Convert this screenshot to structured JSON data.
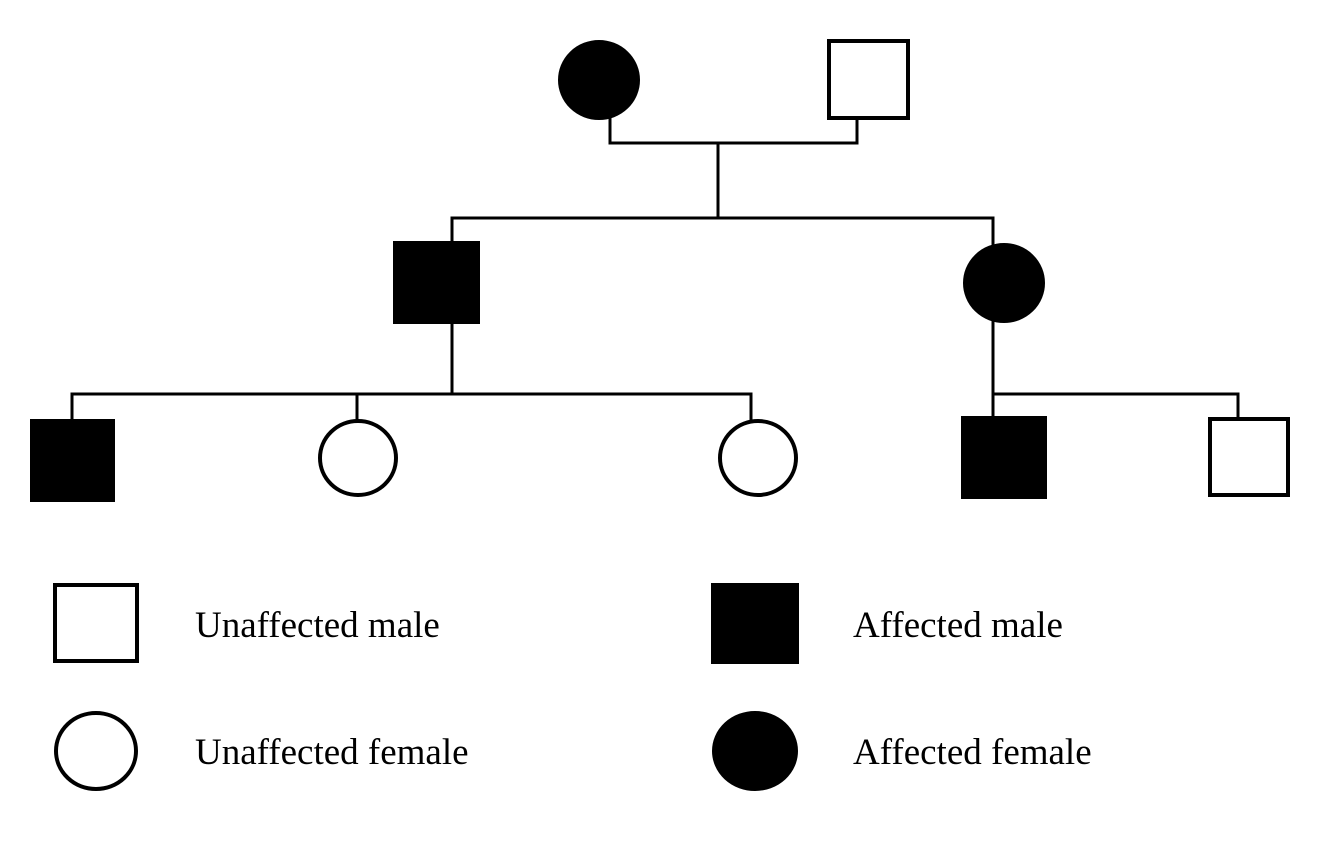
{
  "pedigree": {
    "generations": [
      {
        "individuals": [
          {
            "id": "I-1",
            "sex": "female",
            "affected": true
          },
          {
            "id": "I-2",
            "sex": "male",
            "affected": false
          }
        ]
      },
      {
        "individuals": [
          {
            "id": "II-1",
            "sex": "male",
            "affected": true
          },
          {
            "id": "II-2",
            "sex": "female",
            "affected": true
          }
        ]
      },
      {
        "individuals": [
          {
            "id": "III-1",
            "sex": "male",
            "affected": true
          },
          {
            "id": "III-2",
            "sex": "female",
            "affected": false
          },
          {
            "id": "III-3",
            "sex": "female",
            "affected": false
          },
          {
            "id": "III-4",
            "sex": "male",
            "affected": true
          },
          {
            "id": "III-5",
            "sex": "male",
            "affected": false
          }
        ]
      }
    ]
  },
  "legend": {
    "items": [
      {
        "key": "unaffected-male",
        "shape": "square",
        "filled": false,
        "label": "Unaffected male"
      },
      {
        "key": "affected-male",
        "shape": "square",
        "filled": true,
        "label": "Affected male"
      },
      {
        "key": "unaffected-female",
        "shape": "circle",
        "filled": false,
        "label": "Unaffected female"
      },
      {
        "key": "affected-female",
        "shape": "circle",
        "filled": true,
        "label": "Affected female"
      }
    ]
  },
  "colors": {
    "stroke": "#000000",
    "affected_fill": "#000000",
    "unaffected_fill": "#ffffff"
  }
}
